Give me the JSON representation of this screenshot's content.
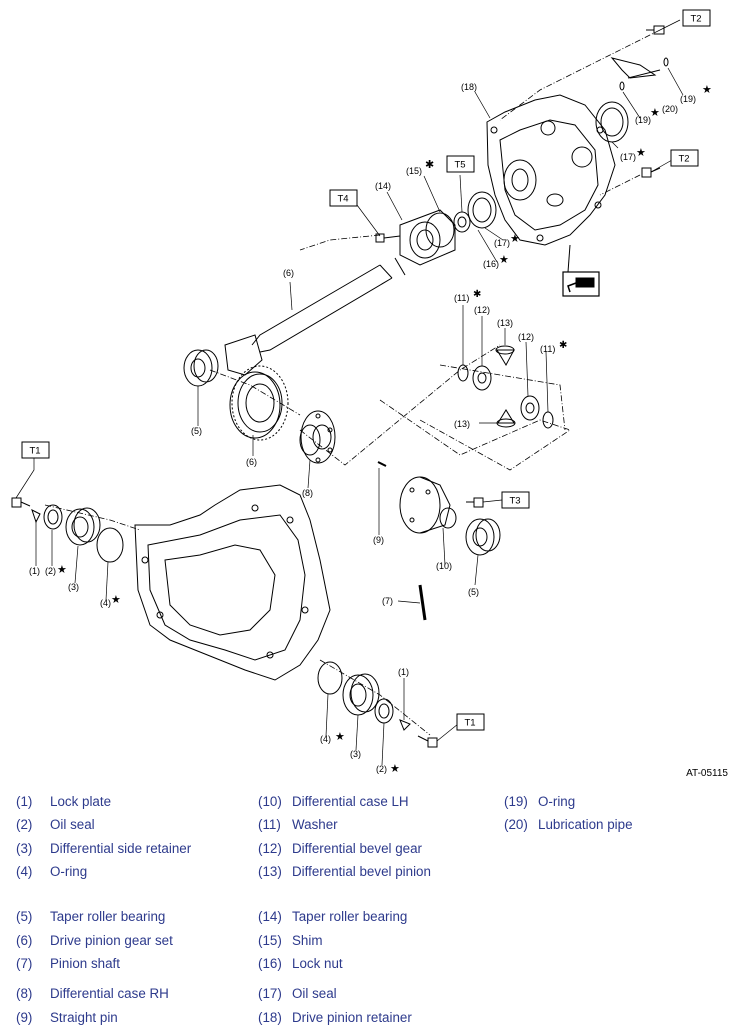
{
  "figure_id": "AT-05115",
  "callouts": {
    "c1": "(1)",
    "c2": "(2)",
    "c3": "(3)",
    "c4": "(4)",
    "c5": "(5)",
    "c6": "(6)",
    "c7": "(7)",
    "c8": "(8)",
    "c9": "(9)",
    "c10": "(10)",
    "c11": "(11)",
    "c12": "(12)",
    "c13": "(13)",
    "c14": "(14)",
    "c15": "(15)",
    "c16": "(16)",
    "c17": "(17)",
    "c18": "(18)",
    "c19": "(19)",
    "c20": "(20)"
  },
  "torque_labels": {
    "t1": "T1",
    "t2": "T2",
    "t3": "T3",
    "t4": "T4",
    "t5": "T5"
  },
  "marks": {
    "star": "★",
    "asterisk": "✱"
  },
  "legend": [
    {
      "num": "(1)",
      "label": "Lock plate"
    },
    {
      "num": "(2)",
      "label": "Oil seal"
    },
    {
      "num": "(3)",
      "label": "Differential side retainer"
    },
    {
      "num": "(4)",
      "label": "O-ring"
    },
    {
      "num": "(5)",
      "label": "Taper roller bearing"
    },
    {
      "num": "(6)",
      "label": "Drive pinion gear set"
    },
    {
      "num": "(7)",
      "label": "Pinion shaft"
    },
    {
      "num": "(8)",
      "label": "Differential case RH"
    },
    {
      "num": "(9)",
      "label": "Straight pin"
    },
    {
      "num": "(10)",
      "label": "Differential case LH"
    },
    {
      "num": "(11)",
      "label": "Washer"
    },
    {
      "num": "(12)",
      "label": "Differential bevel gear"
    },
    {
      "num": "(13)",
      "label": "Differential bevel pinion"
    },
    {
      "num": "(14)",
      "label": "Taper roller bearing"
    },
    {
      "num": "(15)",
      "label": "Shim"
    },
    {
      "num": "(16)",
      "label": "Lock nut"
    },
    {
      "num": "(17)",
      "label": "Oil seal"
    },
    {
      "num": "(18)",
      "label": "Drive pinion retainer"
    },
    {
      "num": "(19)",
      "label": "O-ring"
    },
    {
      "num": "(20)",
      "label": "Lubrication pipe"
    }
  ]
}
